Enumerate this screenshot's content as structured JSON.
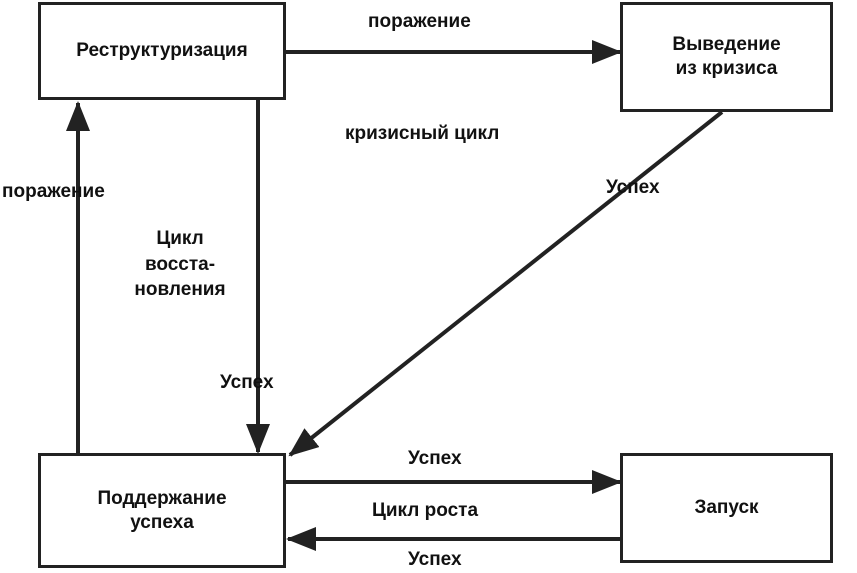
{
  "nodes": {
    "restructuring": "Реструктуризация",
    "crisis_exit_line1": "Выведение",
    "crisis_exit_line2": "из кризиса",
    "success_support_line1": "Поддержание",
    "success_support_line2": "успеха",
    "launch": "Запуск"
  },
  "edges": {
    "top_arrow": "поражение",
    "crisis_cycle": "кризисный цикл",
    "diagonal_success": "Успех",
    "left_defeat": "поражение",
    "recovery_line1": "Цикл",
    "recovery_line2": "восста-",
    "recovery_line3": "новления",
    "recovery_success": "Успех",
    "growth_top_success": "Успех",
    "growth_cycle": "Цикл роста",
    "growth_bottom_success": "Успех"
  }
}
